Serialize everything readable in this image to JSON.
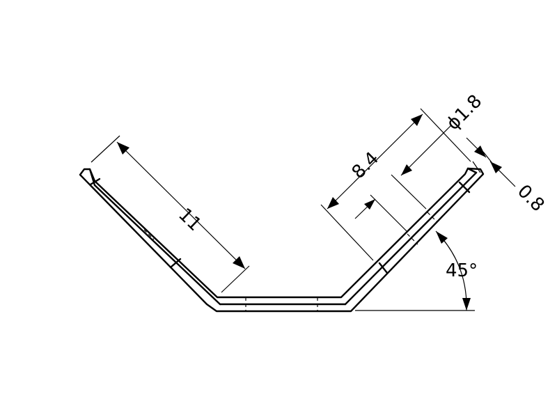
{
  "dimensions": {
    "left_flange_length": "11",
    "hole_spacing": "8.4",
    "hole_diameter": "ϕ1.8",
    "thickness": "0.8",
    "bend_angle": "45°"
  }
}
